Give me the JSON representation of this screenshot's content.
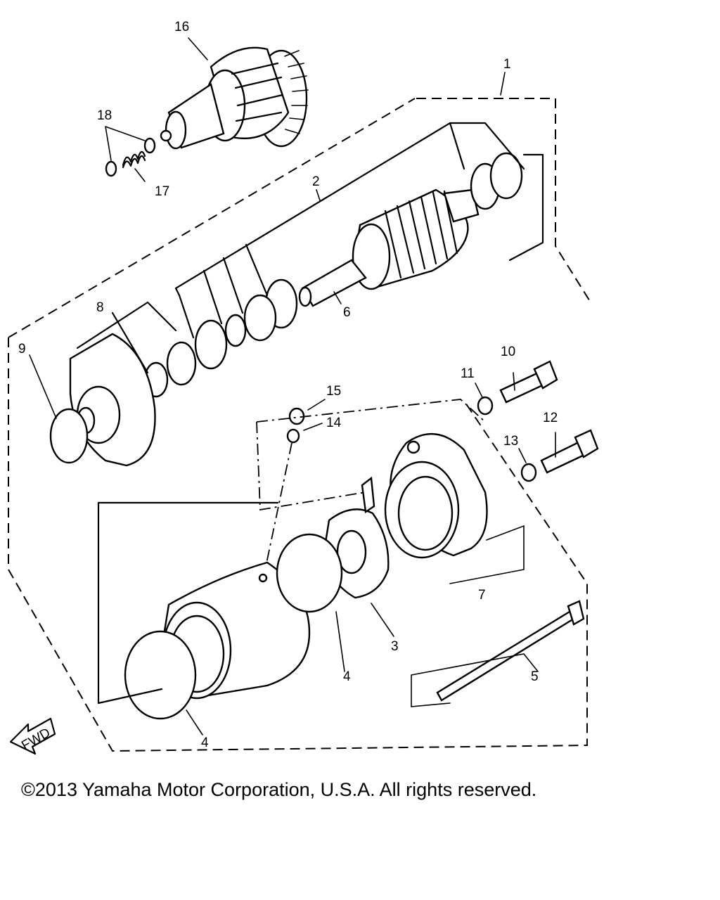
{
  "callouts": [
    {
      "id": "c16",
      "text": "16"
    },
    {
      "id": "c1",
      "text": "1"
    },
    {
      "id": "c18",
      "text": "18"
    },
    {
      "id": "c17",
      "text": "17"
    },
    {
      "id": "c2",
      "text": "2"
    },
    {
      "id": "c8",
      "text": "8"
    },
    {
      "id": "c6",
      "text": "6"
    },
    {
      "id": "c9",
      "text": "9"
    },
    {
      "id": "c10",
      "text": "10"
    },
    {
      "id": "c11",
      "text": "11"
    },
    {
      "id": "c15",
      "text": "15"
    },
    {
      "id": "c14",
      "text": "14"
    },
    {
      "id": "c12",
      "text": "12"
    },
    {
      "id": "c13",
      "text": "13"
    },
    {
      "id": "c7",
      "text": "7"
    },
    {
      "id": "c3",
      "text": "3"
    },
    {
      "id": "c4a",
      "text": "4"
    },
    {
      "id": "c5",
      "text": "5"
    },
    {
      "id": "c4b",
      "text": "4"
    }
  ],
  "fwd_label": "FWD",
  "copyright": "©2013 Yamaha Motor Corporation, U.S.A. All rights reserved."
}
